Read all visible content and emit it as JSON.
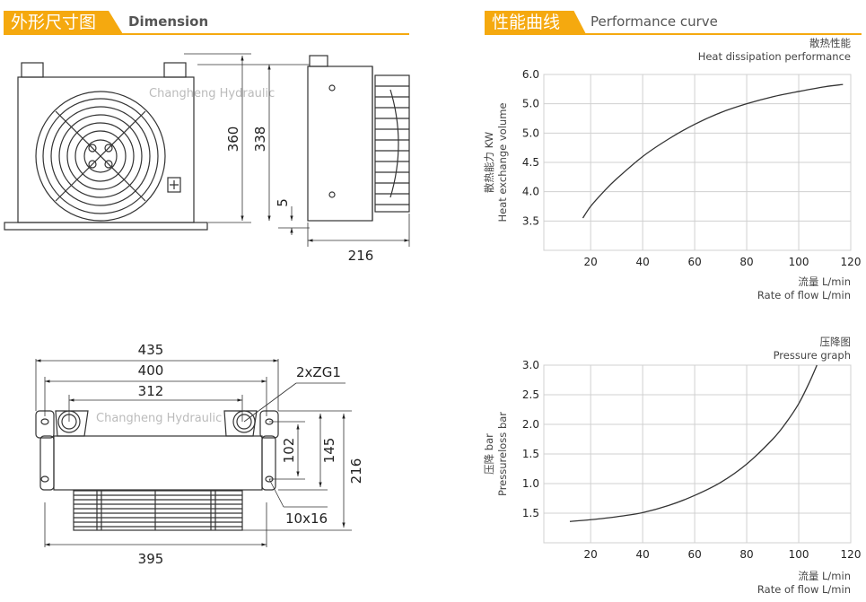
{
  "dimension_section": {
    "title_cn": "外形尺寸图",
    "title_en": "Dimension"
  },
  "performance_section": {
    "title_cn": "性能曲线",
    "title_en": "Performance curve"
  },
  "watermark": "Changheng Hydraulic",
  "front_view": {
    "height_total": "360",
    "height_core": "338",
    "foot": "5"
  },
  "side_view": {
    "depth": "216"
  },
  "top_view": {
    "width_total": "435",
    "width_mount": "400",
    "port_spacing": "312",
    "port_label": "2xZG1",
    "slot_spacing": "102",
    "height_mid": "145",
    "depth": "216",
    "slot_label": "10x16",
    "width_bottom": "395"
  },
  "colors": {
    "accent": "#f5a90f",
    "grid": "#d0d0d0",
    "curve": "#333333"
  },
  "chart_data": [
    {
      "type": "line",
      "title_cn": "散热性能",
      "title": "Heat dissipation performance",
      "ylabel_cn": "散热能力 KW",
      "ylabel": "Heat exchange volume",
      "xlabel_cn": "流量 L/min",
      "xlabel": "Rate of flow L/min",
      "x_ticks": [
        "20",
        "40",
        "60",
        "80",
        "100",
        "120"
      ],
      "y_ticks": [
        "6.0",
        "5.0",
        "5.0",
        "4.5",
        "4.0",
        "3.5"
      ],
      "xlim": [
        0,
        120
      ],
      "ylim": [
        3.0,
        6.0
      ],
      "grid": true,
      "series": [
        {
          "name": "heat",
          "x": [
            17,
            20,
            25,
            30,
            40,
            50,
            60,
            70,
            80,
            90,
            100,
            110,
            117
          ],
          "y": [
            3.55,
            3.75,
            4.0,
            4.22,
            4.6,
            4.9,
            5.15,
            5.35,
            5.5,
            5.62,
            5.71,
            5.79,
            5.83
          ]
        }
      ]
    },
    {
      "type": "line",
      "title_cn": "压降图",
      "title": "Pressure graph",
      "ylabel_cn": "压降 bar",
      "ylabel": "Pressureloss  bar",
      "xlabel_cn": "流量 L/min",
      "xlabel": "Rate of flow L/min",
      "x_ticks": [
        "20",
        "40",
        "60",
        "80",
        "100",
        "120"
      ],
      "y_ticks": [
        "3.0",
        "2.5",
        "2.0",
        "1.5",
        "1.0",
        "1.5"
      ],
      "xlim": [
        0,
        120
      ],
      "ylim": [
        0,
        3.0
      ],
      "grid": true,
      "series": [
        {
          "name": "pressure",
          "x": [
            12,
            20,
            30,
            40,
            50,
            60,
            70,
            80,
            90,
            95,
            100,
            104,
            107
          ],
          "y": [
            0.36,
            0.39,
            0.44,
            0.51,
            0.63,
            0.8,
            1.02,
            1.33,
            1.75,
            2.02,
            2.35,
            2.7,
            3.0
          ]
        }
      ]
    }
  ]
}
